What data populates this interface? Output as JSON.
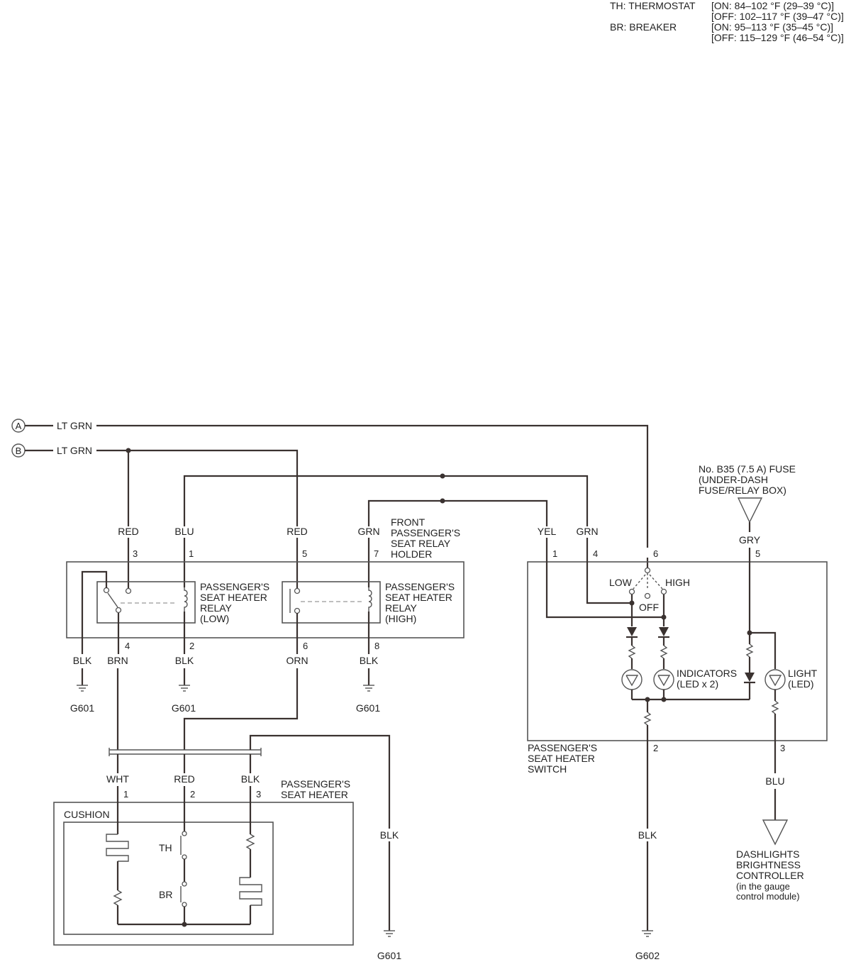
{
  "legend": {
    "th_label": "TH: THERMOSTAT",
    "th_on": "[ON: 84–102 °F (29–39 °C)]",
    "th_off": "[OFF: 102–117 °F (39–47 °C)]",
    "br_label": "BR: BREAKER",
    "br_on": "[ON: 95–113 °F (35–45 °C)]",
    "br_off": "[OFF: 115–129 °F (46–54 °C)]"
  },
  "inputs": {
    "a_letter": "A",
    "a_wire": "LT GRN",
    "b_letter": "B",
    "b_wire": "LT GRN"
  },
  "relay_holder": {
    "title": [
      "FRONT",
      "PASSENGER'S",
      "SEAT RELAY",
      "HOLDER"
    ],
    "low_relay": [
      "PASSENGER'S",
      "SEAT HEATER",
      "RELAY",
      "(LOW)"
    ],
    "high_relay": [
      "PASSENGER'S",
      "SEAT HEATER",
      "RELAY",
      "(HIGH)"
    ],
    "top_wires": [
      {
        "color": "RED",
        "pin": "3"
      },
      {
        "color": "BLU",
        "pin": "1"
      },
      {
        "color": "RED",
        "pin": "5"
      },
      {
        "color": "GRN",
        "pin": "7"
      }
    ],
    "bottom_wires": [
      {
        "color": "BLK",
        "pin": ""
      },
      {
        "color": "BRN",
        "pin": "4"
      },
      {
        "color": "BLK",
        "pin": "2"
      },
      {
        "color": "ORN",
        "pin": "6"
      },
      {
        "color": "BLK",
        "pin": "8"
      }
    ],
    "grounds": [
      "G601",
      "G601",
      "G601"
    ]
  },
  "switch": {
    "title": [
      "PASSENGER'S",
      "SEAT HEATER",
      "SWITCH"
    ],
    "top_wires": [
      {
        "color": "YEL",
        "pin": "1"
      },
      {
        "color": "GRN",
        "pin": "4"
      },
      {
        "color": "",
        "pin": "6"
      },
      {
        "color": "GRY",
        "pin": "5"
      }
    ],
    "low": "LOW",
    "high": "HIGH",
    "off": "OFF",
    "indicators": [
      "INDICATORS",
      "(LED x 2)"
    ],
    "light": [
      "LIGHT",
      "(LED)"
    ],
    "bottom_pins": [
      "2",
      "3"
    ]
  },
  "fuse": {
    "label": [
      "No. B35 (7.5 A) FUSE",
      "(UNDER-DASH",
      "FUSE/RELAY BOX)"
    ]
  },
  "heater": {
    "title": [
      "PASSENGER'S",
      "SEAT HEATER"
    ],
    "cushion": "CUSHION",
    "wires": [
      {
        "color": "WHT",
        "pin": "1"
      },
      {
        "color": "RED",
        "pin": "2"
      },
      {
        "color": "BLK",
        "pin": "3"
      }
    ],
    "th": "TH",
    "br": "BR"
  },
  "lower_wires": {
    "heater_ground_wire": "BLK",
    "heater_ground": "G601",
    "switch_ground_wire": "BLK",
    "switch_ground": "G602",
    "dash_wire": "BLU"
  },
  "dashlights": [
    "DASHLIGHTS",
    "BRIGHTNESS",
    "CONTROLLER",
    "(in the gauge",
    "control module)"
  ]
}
